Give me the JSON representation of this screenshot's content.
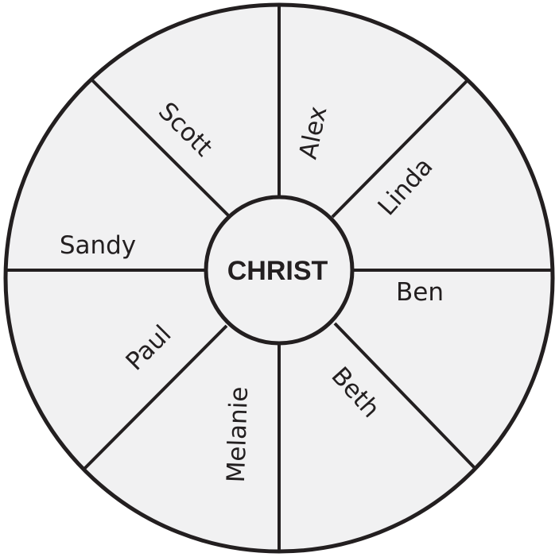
{
  "diagram": {
    "center_label": "CHRIST",
    "names": [
      "Scott",
      "Alex",
      "Linda",
      "Ben",
      "Beth",
      "Melanie",
      "Paul",
      "Sandy"
    ],
    "colors": {
      "fill": "#f1f1f2",
      "stroke": "#231f20",
      "text": "#231f20"
    }
  }
}
